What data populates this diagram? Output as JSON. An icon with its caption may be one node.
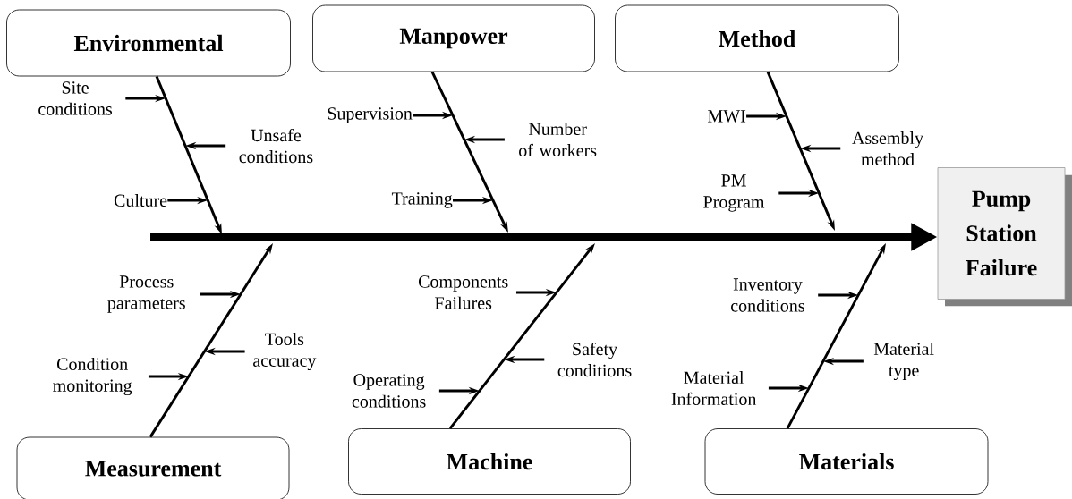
{
  "diagram": {
    "nodes": [
      {
        "text": [
          "Environmental"
        ]
      },
      {
        "text": [
          "Manpower"
        ]
      },
      {
        "text": [
          "Method"
        ]
      },
      {
        "text": [
          "Pump Station Failure"
        ]
      },
      {
        "text": [
          "Measurement"
        ]
      },
      {
        "text": [
          "Machine"
        ]
      },
      {
        "text": [
          "Materials"
        ]
      },
      {
        "text": [
          "Site conditions"
        ]
      },
      {
        "text": [
          "Unsafe conditions"
        ]
      },
      {
        "text": [
          "Culture"
        ]
      },
      {
        "text": [
          "Supervision"
        ]
      },
      {
        "text": [
          "Number of workers"
        ]
      },
      {
        "text": [
          "Training"
        ]
      },
      {
        "text": [
          "MWI"
        ]
      },
      {
        "text": [
          "Assembly method"
        ]
      },
      {
        "text": [
          "PM Program"
        ]
      },
      {
        "text": [
          "Process parameters"
        ]
      },
      {
        "text": [
          "Tools accuracy"
        ]
      },
      {
        "text": [
          "Condition monitoring"
        ]
      },
      {
        "text": [
          "Components Failures"
        ]
      },
      {
        "text": [
          "Safety conditions"
        ]
      },
      {
        "text": [
          "Operating conditions"
        ]
      },
      {
        "text": [
          "Inventory conditions"
        ]
      },
      {
        "text": [
          "Material type"
        ]
      },
      {
        "text": [
          "Material Information"
        ]
      }
    ],
    "edges": [
      {
        "from": null,
        "to": 3,
        "arrow": "to",
        "style": "thick"
      },
      {
        "from": 0,
        "to": null,
        "arrow": "to"
      },
      {
        "from": 1,
        "to": null,
        "arrow": "to"
      },
      {
        "from": 2,
        "to": null,
        "arrow": "to"
      },
      {
        "from": 4,
        "to": null,
        "arrow": "to"
      },
      {
        "from": 5,
        "to": null,
        "arrow": "to"
      },
      {
        "from": 6,
        "to": null,
        "arrow": "to"
      },
      {
        "from": 7,
        "to": null,
        "arrow": "to"
      },
      {
        "from": 8,
        "to": null,
        "arrow": "to"
      },
      {
        "from": 9,
        "to": null,
        "arrow": "to"
      },
      {
        "from": 10,
        "to": null,
        "arrow": "to"
      },
      {
        "from": 11,
        "to": null,
        "arrow": "to"
      },
      {
        "from": 12,
        "to": null,
        "arrow": "to"
      },
      {
        "from": 13,
        "to": null,
        "arrow": "to"
      },
      {
        "from": 14,
        "to": null,
        "arrow": "to"
      },
      {
        "from": 15,
        "to": null,
        "arrow": "to"
      },
      {
        "from": 16,
        "to": null,
        "arrow": "to"
      },
      {
        "from": 17,
        "to": null,
        "arrow": "to"
      },
      {
        "from": 18,
        "to": null,
        "arrow": "to"
      },
      {
        "from": 19,
        "to": null,
        "arrow": "to"
      },
      {
        "from": 20,
        "to": null,
        "arrow": "to"
      },
      {
        "from": 21,
        "to": null,
        "arrow": "to"
      },
      {
        "from": 22,
        "to": null,
        "arrow": "to"
      },
      {
        "from": 23,
        "to": null,
        "arrow": "to"
      },
      {
        "from": 24,
        "to": null,
        "arrow": "to"
      }
    ]
  }
}
